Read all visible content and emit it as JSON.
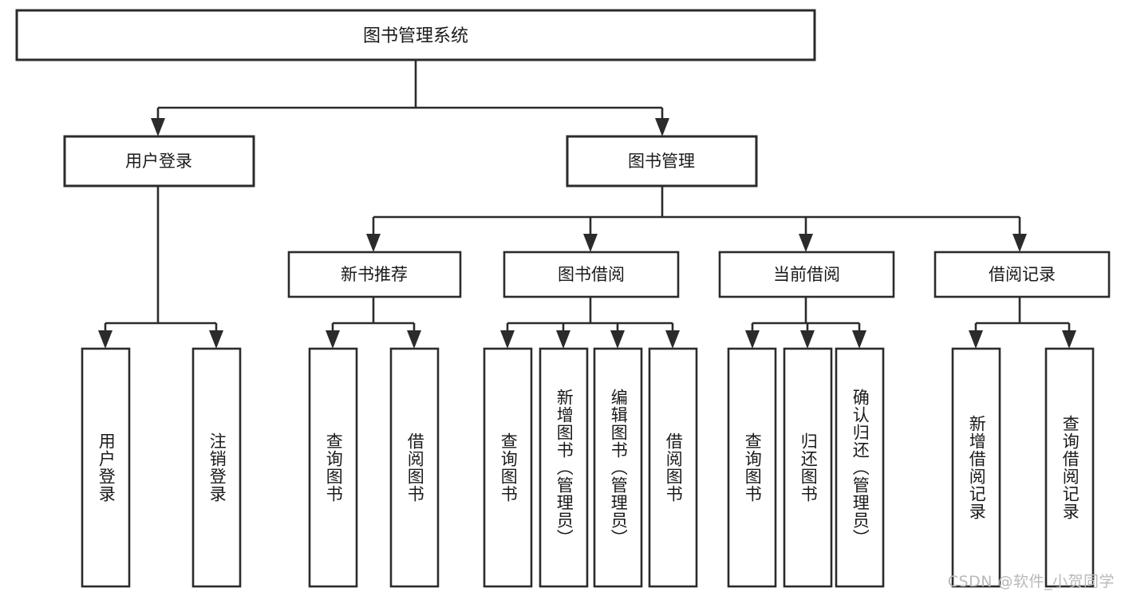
{
  "diagram": {
    "type": "tree",
    "title": "图书管理系统",
    "watermark": "CSDN @软件_小贺同学",
    "colors": {
      "stroke": "#2b2b2b",
      "fill": "#ffffff",
      "text": "#1a1a1a",
      "watermark": "#b9b9b9"
    },
    "root": {
      "label": "图书管理系统",
      "level": 1
    },
    "level2": [
      {
        "label": "用户登录"
      },
      {
        "label": "图书管理"
      }
    ],
    "level3": [
      {
        "label": "新书推荐"
      },
      {
        "label": "图书借阅"
      },
      {
        "label": "当前借阅"
      },
      {
        "label": "借阅记录"
      }
    ],
    "leaves": {
      "user_login": [
        {
          "label": "用户登录"
        },
        {
          "label": "注销登录"
        }
      ],
      "new_book_recommend": [
        {
          "label": "查询图书"
        },
        {
          "label": "借阅图书"
        }
      ],
      "book_borrow": [
        {
          "label": "查询图书"
        },
        {
          "label": "新增图书（管理员）"
        },
        {
          "label": "编辑图书（管理员）"
        },
        {
          "label": "借阅图书"
        }
      ],
      "current_borrow": [
        {
          "label": "查询图书"
        },
        {
          "label": "归还图书"
        },
        {
          "label": "确认归还（管理员）"
        }
      ],
      "borrow_record": [
        {
          "label": "新增借阅记录"
        },
        {
          "label": "查询借阅记录"
        }
      ]
    }
  }
}
